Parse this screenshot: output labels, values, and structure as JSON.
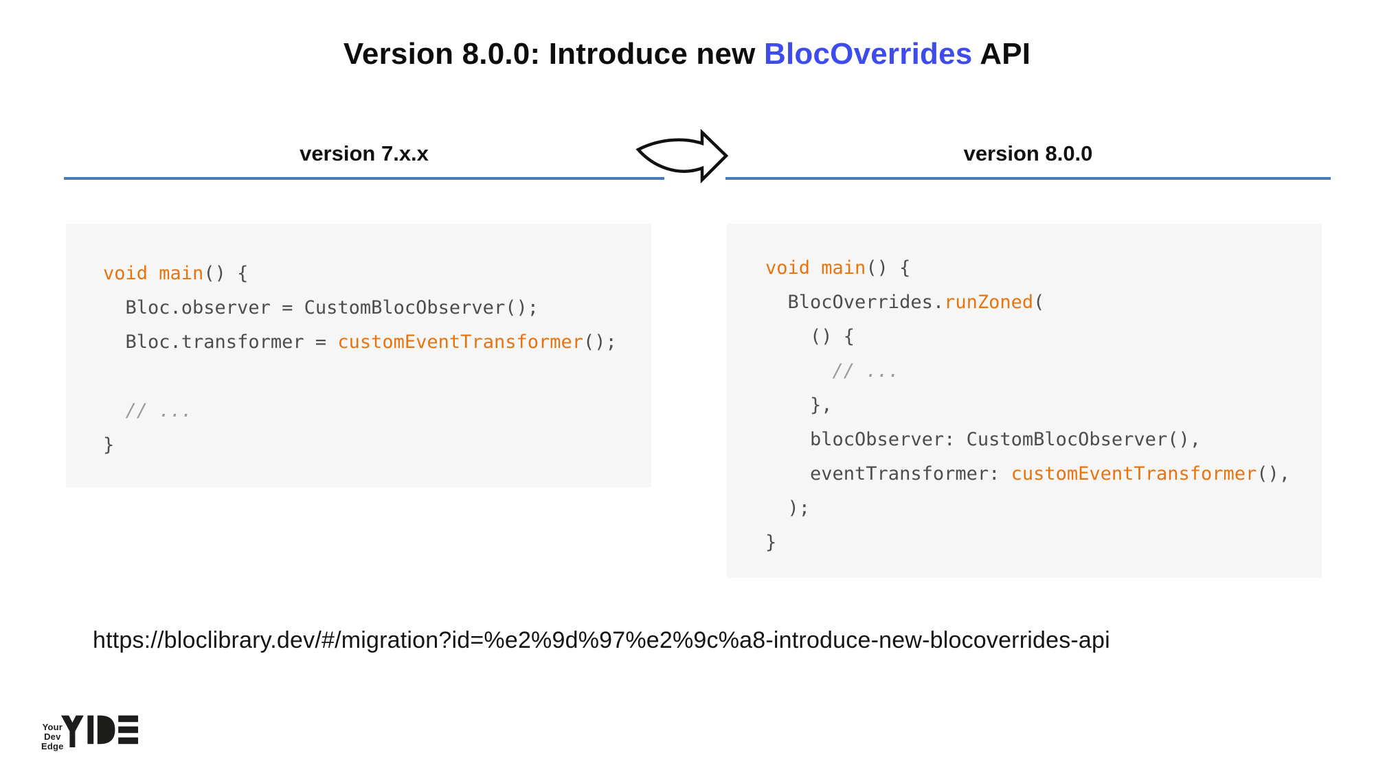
{
  "slide": {
    "title": {
      "prefix": "Version 8.0.0: Introduce new ",
      "highlight": "BlocOverrides",
      "suffix": " API"
    },
    "arrow_icon": "right-curved-arrow",
    "panels": [
      {
        "header": "version 7.x.x",
        "code": [
          [
            {
              "t": "void main",
              "c": "k"
            },
            {
              "t": "() {",
              "c": "d"
            }
          ],
          [
            {
              "t": "  Bloc.observer = CustomBlocObserver();",
              "c": "d"
            }
          ],
          [
            {
              "t": "  Bloc.transformer = ",
              "c": "d"
            },
            {
              "t": "customEventTransformer",
              "c": "k"
            },
            {
              "t": "();",
              "c": "d"
            }
          ],
          [],
          [
            {
              "t": "  ",
              "c": "d"
            },
            {
              "t": "// ...",
              "c": "c"
            }
          ],
          [
            {
              "t": "}",
              "c": "d"
            }
          ]
        ]
      },
      {
        "header": "version 8.0.0",
        "code": [
          [
            {
              "t": "void main",
              "c": "k"
            },
            {
              "t": "() {",
              "c": "d"
            }
          ],
          [
            {
              "t": "  BlocOverrides.",
              "c": "d"
            },
            {
              "t": "runZoned",
              "c": "k"
            },
            {
              "t": "(",
              "c": "d"
            }
          ],
          [
            {
              "t": "    () {",
              "c": "d"
            }
          ],
          [
            {
              "t": "      ",
              "c": "d"
            },
            {
              "t": "// ...",
              "c": "c"
            }
          ],
          [
            {
              "t": "    },",
              "c": "d"
            }
          ],
          [
            {
              "t": "    blocObserver: CustomBlocObserver(),",
              "c": "d"
            }
          ],
          [
            {
              "t": "    eventTransformer: ",
              "c": "d"
            },
            {
              "t": "customEventTransformer",
              "c": "k"
            },
            {
              "t": "(),",
              "c": "d"
            }
          ],
          [
            {
              "t": "  );",
              "c": "d"
            }
          ],
          [
            {
              "t": "}",
              "c": "d"
            }
          ]
        ]
      }
    ],
    "source_url": "https://bloclibrary.dev/#/migration?id=%e2%9d%97%e2%9c%a8-introduce-new-blocoverrides-api",
    "logo": {
      "tagline_lines": [
        "Your",
        "Dev",
        "Edge"
      ],
      "monogram": "YDE"
    },
    "colors": {
      "title_highlight": "#3e4ced",
      "divider_blue": "#4a7cb8",
      "code_keyword_orange": "#e8740f",
      "code_text": "#4d4d4d",
      "code_comment": "#9a9a9a",
      "panel_background": "#f6f6f6"
    }
  }
}
